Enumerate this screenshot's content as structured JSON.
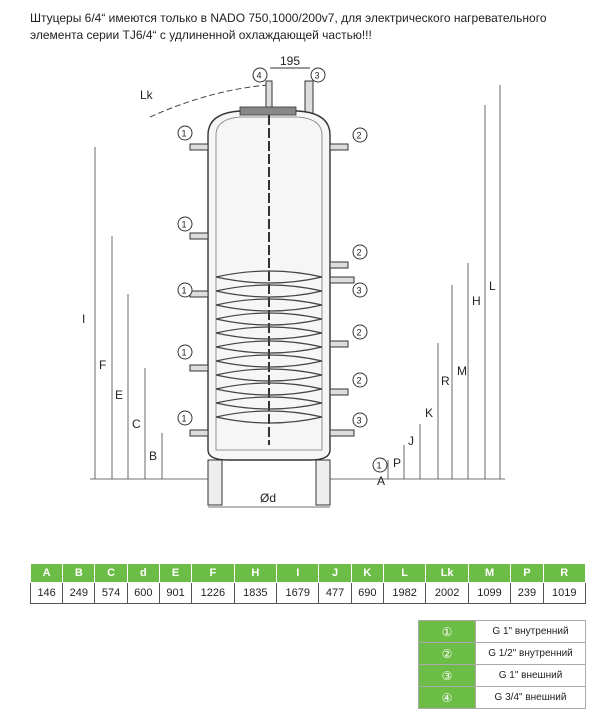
{
  "note": "Штуцеры 6/4“ имеются только в NADO 750,1000/200v7, для электрического нагревательного элемента серии TJ6/4“ с удлиненной охлаждающей частью!!!",
  "drawing": {
    "top_dimension": "195",
    "diameter_label": "Ød",
    "lk_label": "Lk",
    "markers": [
      "1",
      "2",
      "3",
      "4"
    ],
    "dimension_letters_left": [
      "I",
      "F",
      "E",
      "C",
      "B"
    ],
    "dimension_letters_right": [
      "A",
      "P",
      "J",
      "K",
      "R",
      "M",
      "H",
      "L"
    ]
  },
  "dimensions_table": {
    "headers": [
      "A",
      "B",
      "C",
      "d",
      "E",
      "F",
      "H",
      "I",
      "J",
      "K",
      "L",
      "Lk",
      "M",
      "P",
      "R"
    ],
    "values": [
      "146",
      "249",
      "574",
      "600",
      "901",
      "1226",
      "1835",
      "1679",
      "477",
      "690",
      "1982",
      "2002",
      "1099",
      "239",
      "1019"
    ]
  },
  "legend": {
    "rows": [
      {
        "symbol": "①",
        "text": "G 1\" внутренний"
      },
      {
        "symbol": "②",
        "text": "G 1/2\" внутренний"
      },
      {
        "symbol": "③",
        "text": "G 1\" внешний"
      },
      {
        "symbol": "④",
        "text": "G 3/4\" внешний"
      }
    ]
  }
}
